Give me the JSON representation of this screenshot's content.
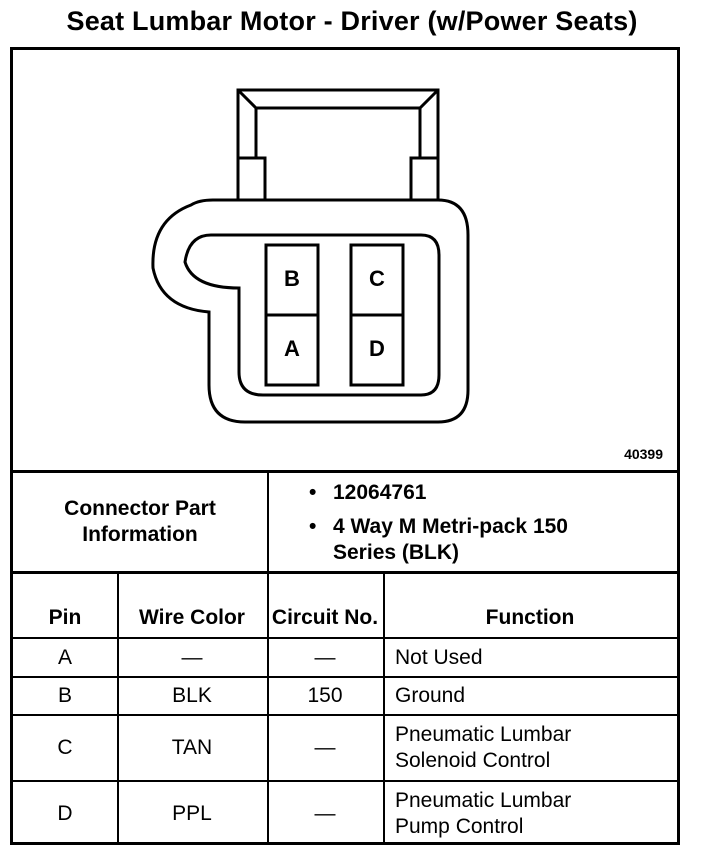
{
  "title": "Seat Lumbar Motor - Driver (w/Power Seats)",
  "figure_number": "40399",
  "pins_diagram": [
    "B",
    "C",
    "A",
    "D"
  ],
  "connector": {
    "label": "Connector Part Information",
    "items": [
      "12064761",
      "4 Way M Metri-pack 150 Series (BLK)"
    ]
  },
  "table": {
    "headers": [
      "Pin",
      "Wire Color",
      "Circuit No.",
      "Function"
    ],
    "rows": [
      {
        "pin": "A",
        "color": "—",
        "circuit": "—",
        "function": "Not Used"
      },
      {
        "pin": "B",
        "color": "BLK",
        "circuit": "150",
        "function": "Ground"
      },
      {
        "pin": "C",
        "color": "TAN",
        "circuit": "—",
        "function": "Pneumatic Lumbar Solenoid Control"
      },
      {
        "pin": "D",
        "color": "PPL",
        "circuit": "—",
        "function": "Pneumatic Lumbar Pump Control"
      }
    ]
  }
}
